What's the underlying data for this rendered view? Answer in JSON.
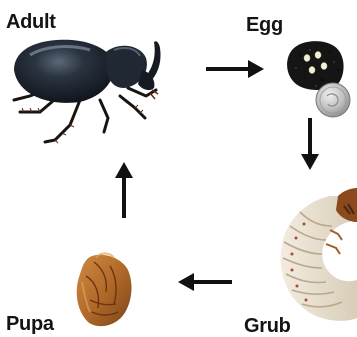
{
  "stages": {
    "adult": "Adult",
    "egg": "Egg",
    "grub": "Grub",
    "pupa": "Pupa"
  },
  "colors": {
    "text": "#141414",
    "arrow": "#111111",
    "beetle": "#1c2430",
    "grub_body": "#e6dccb",
    "grub_head": "#8a4a1c",
    "pupa": "#b26a2a",
    "coin": "#b8b8b8",
    "soil": "#141414"
  }
}
